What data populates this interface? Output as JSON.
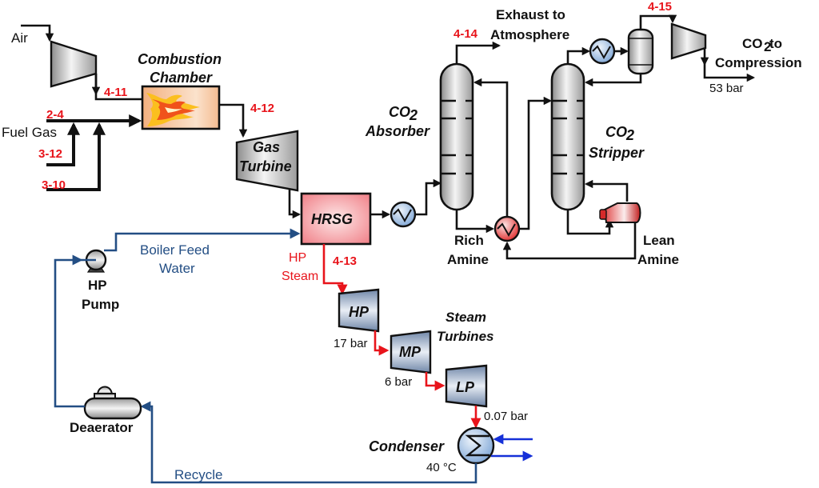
{
  "diagram": {
    "type": "process-flow-diagram",
    "equipment": {
      "air_compressor": {
        "label": ""
      },
      "combustion_chamber": {
        "label_line1": "Combustion",
        "label_line2": "Chamber"
      },
      "gas_turbine": {
        "label_line1": "Gas",
        "label_line2": "Turbine"
      },
      "hrsg": {
        "label": "HRSG"
      },
      "co2_absorber": {
        "label_line1": "CO",
        "label_sub": "2",
        "label_line2": "Absorber"
      },
      "co2_stripper": {
        "label_line1": "CO",
        "label_sub": "2",
        "label_line2": "Stripper"
      },
      "hp_turbine": {
        "label": "HP"
      },
      "mp_turbine": {
        "label": "MP"
      },
      "lp_turbine": {
        "label": "LP"
      },
      "steam_turbines_group": {
        "label_line1": "Steam",
        "label_line2": "Turbines"
      },
      "condenser": {
        "label": "Condenser",
        "temperature": "40 °C"
      },
      "hp_pump": {
        "label_line1": "HP",
        "label_line2": "Pump"
      },
      "deaerator": {
        "label": "Deaerator"
      },
      "co2_compressor": {
        "label": ""
      }
    },
    "stream_labels": {
      "air": "Air",
      "fuel_gas": "Fuel Gas",
      "s_2_4": "2-4",
      "s_3_12": "3-12",
      "s_3_10": "3-10",
      "s_4_11": "4-11",
      "s_4_12": "4-12",
      "s_4_13": "4-13",
      "s_4_14": "4-14",
      "s_4_15": "4-15",
      "hp_steam_line1": "HP",
      "hp_steam_line2": "Steam",
      "boiler_feed_water_line1": "Boiler Feed",
      "boiler_feed_water_line2": "Water",
      "recycle": "Recycle",
      "rich_amine_line1": "Rich",
      "rich_amine_line2": "Amine",
      "lean_amine_line1": "Lean",
      "lean_amine_line2": "Amine",
      "exhaust_line1": "Exhaust to",
      "exhaust_line2": "Atmosphere",
      "co2_out_line1_a": "CO",
      "co2_out_line1_sub": "2",
      "co2_out_line1_b": " to",
      "co2_out_line2": "Compression"
    },
    "conditions": {
      "hp_exit_pressure": "17 bar",
      "mp_exit_pressure": "6 bar",
      "lp_exit_pressure": "0.07 bar",
      "co2_pressure": "53 bar"
    },
    "colors": {
      "stream_id": "#e8141b",
      "steam_line": "#e8141b",
      "water_line": "#234e84",
      "cooling_water": "#1530d8",
      "hrsg_fill": "#f39a9f",
      "combustion_fill": "#f7c49a"
    }
  }
}
